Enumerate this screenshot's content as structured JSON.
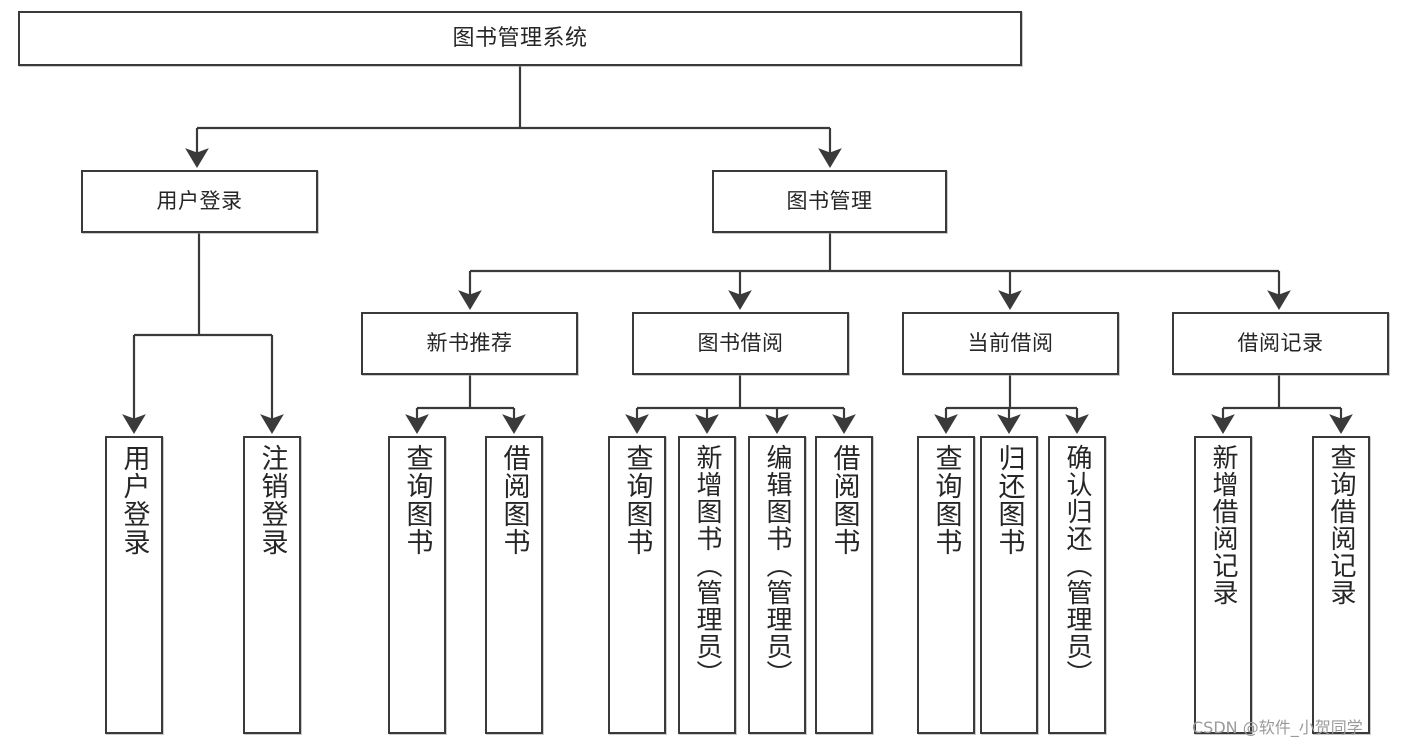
{
  "diagram": {
    "title": "图书管理系统",
    "type": "tree",
    "orientation": "top-down",
    "style": {
      "box_fill": "#ffffff",
      "box_stroke": "#3a3a3a",
      "edge_color": "#3a3a3a",
      "text_color": "#262626",
      "background": "#ffffff"
    },
    "levels": [
      {
        "level": 1,
        "nodes": [
          {
            "id": "root",
            "label": "图书管理系统",
            "orientation": "horizontal"
          }
        ]
      },
      {
        "level": 2,
        "nodes": [
          {
            "id": "login",
            "label": "用户登录",
            "orientation": "horizontal",
            "parent": "root"
          },
          {
            "id": "bookmgmt",
            "label": "图书管理",
            "orientation": "horizontal",
            "parent": "root"
          }
        ]
      },
      {
        "level": 3,
        "nodes": [
          {
            "id": "newbook",
            "label": "新书推荐",
            "orientation": "horizontal",
            "parent": "bookmgmt"
          },
          {
            "id": "borrow",
            "label": "图书借阅",
            "orientation": "horizontal",
            "parent": "bookmgmt"
          },
          {
            "id": "current",
            "label": "当前借阅",
            "orientation": "horizontal",
            "parent": "bookmgmt"
          },
          {
            "id": "records",
            "label": "借阅记录",
            "orientation": "horizontal",
            "parent": "bookmgmt"
          }
        ]
      },
      {
        "level": 4,
        "nodes": [
          {
            "id": "leaf1",
            "label": "用户登录",
            "orientation": "vertical",
            "parent": "login"
          },
          {
            "id": "leaf2",
            "label": "注销登录",
            "orientation": "vertical",
            "parent": "login"
          },
          {
            "id": "leaf3",
            "label": "查询图书",
            "orientation": "vertical",
            "parent": "newbook"
          },
          {
            "id": "leaf4",
            "label": "借阅图书",
            "orientation": "vertical",
            "parent": "newbook"
          },
          {
            "id": "leaf5",
            "label": "查询图书",
            "orientation": "vertical",
            "parent": "borrow"
          },
          {
            "id": "leaf6",
            "label": "新增图书（管理员）",
            "orientation": "vertical",
            "parent": "borrow"
          },
          {
            "id": "leaf7",
            "label": "编辑图书（管理员）",
            "orientation": "vertical",
            "parent": "borrow"
          },
          {
            "id": "leaf8",
            "label": "借阅图书",
            "orientation": "vertical",
            "parent": "borrow"
          },
          {
            "id": "leaf9",
            "label": "查询图书",
            "orientation": "vertical",
            "parent": "current"
          },
          {
            "id": "leaf10",
            "label": "归还图书",
            "orientation": "vertical",
            "parent": "current"
          },
          {
            "id": "leaf11",
            "label": "确认归还（管理员）",
            "orientation": "vertical",
            "parent": "current"
          },
          {
            "id": "leaf12",
            "label": "新增借阅记录",
            "orientation": "vertical",
            "parent": "records"
          },
          {
            "id": "leaf13",
            "label": "查询借阅记录",
            "orientation": "vertical",
            "parent": "records"
          }
        ]
      }
    ]
  },
  "watermark": {
    "text": "CSDN @软件_小贺同学"
  }
}
